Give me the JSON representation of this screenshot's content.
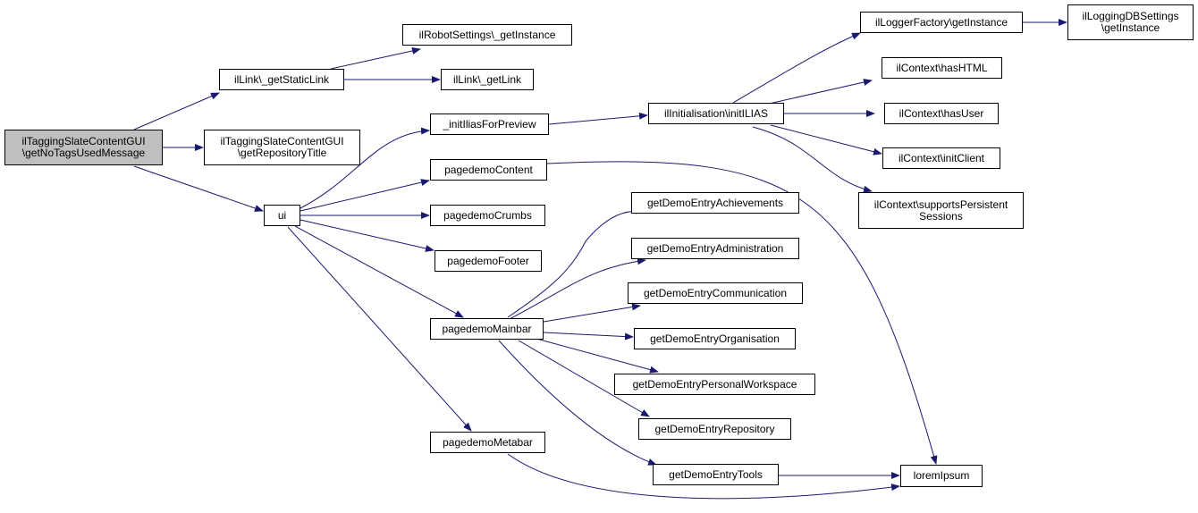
{
  "colors": {
    "edge": "#191970",
    "root_fill": "#bfbfbf",
    "node_fill": "#ffffff",
    "border": "#000000"
  },
  "nodes": {
    "root": "ilTaggingSlateContentGUI\n\\getNoTagsUsedMessage",
    "ilLink_getStaticLink": "ilLink\\_getStaticLink",
    "getRepositoryTitle": "ilTaggingSlateContentGUI\n\\getRepositoryTitle",
    "ui": "ui",
    "ilRobotSettings_getInstance": "ilRobotSettings\\_getInstance",
    "ilLink_getLink": "ilLink\\_getLink",
    "initIliasForPreview": "_initIliasForPreview",
    "pagedemoContent": "pagedemoContent",
    "pagedemoCrumbs": "pagedemoCrumbs",
    "pagedemoFooter": "pagedemoFooter",
    "pagedemoMainbar": "pagedemoMainbar",
    "pagedemoMetabar": "pagedemoMetabar",
    "ilInitialisation_initILIAS": "ilInitialisation\\initILIAS",
    "getDemoEntryAchievements": "getDemoEntryAchievements",
    "getDemoEntryAdministration": "getDemoEntryAdministration",
    "getDemoEntryCommunication": "getDemoEntryCommunication",
    "getDemoEntryOrganisation": "getDemoEntryOrganisation",
    "getDemoEntryPersonalWorkspace": "getDemoEntryPersonalWorkspace",
    "getDemoEntryRepository": "getDemoEntryRepository",
    "getDemoEntryTools": "getDemoEntryTools",
    "ilLoggerFactory_getInstance": "ilLoggerFactory\\getInstance",
    "ilContext_hasHTML": "ilContext\\hasHTML",
    "ilContext_hasUser": "ilContext\\hasUser",
    "ilContext_initClient": "ilContext\\initClient",
    "ilContext_supportsPersistentSessions": "ilContext\\supportsPersistent\nSessions",
    "loremIpsum": "loremIpsum",
    "ilLoggingDBSettings_getInstance": "ilLoggingDBSettings\n\\getInstance"
  }
}
